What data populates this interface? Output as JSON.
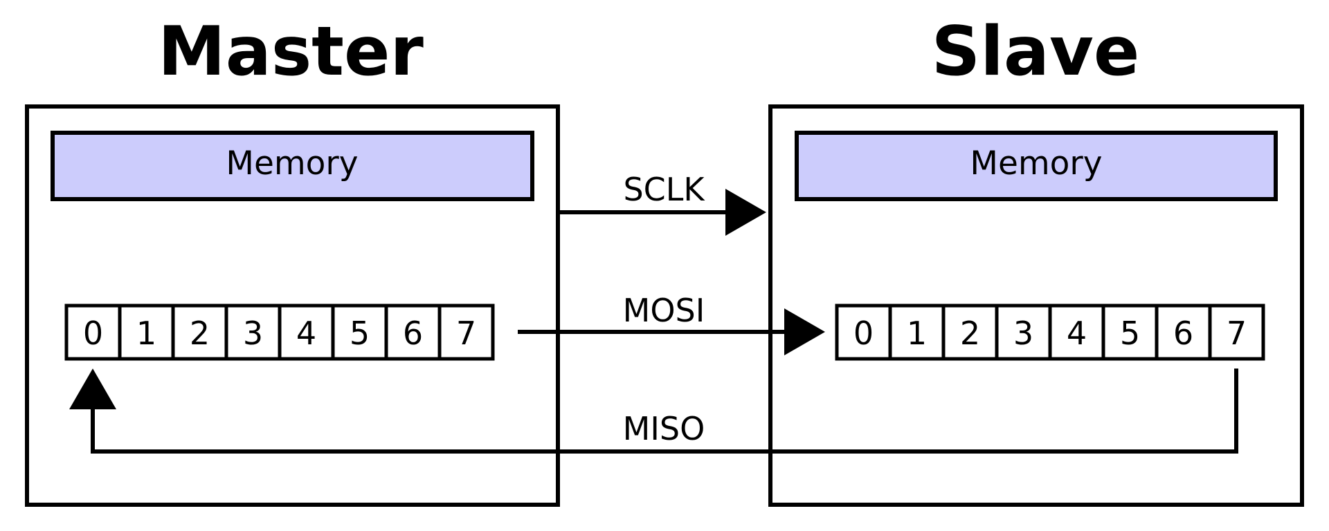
{
  "master": {
    "title": "Master",
    "memory_label": "Memory",
    "register_bits": [
      "0",
      "1",
      "2",
      "3",
      "4",
      "5",
      "6",
      "7"
    ]
  },
  "slave": {
    "title": "Slave",
    "memory_label": "Memory",
    "register_bits": [
      "0",
      "1",
      "2",
      "3",
      "4",
      "5",
      "6",
      "7"
    ]
  },
  "signals": {
    "sclk": "SCLK",
    "mosi": "MOSI",
    "miso": "MISO"
  },
  "colors": {
    "memory_fill": "#ccccfc",
    "stroke": "#000000"
  }
}
